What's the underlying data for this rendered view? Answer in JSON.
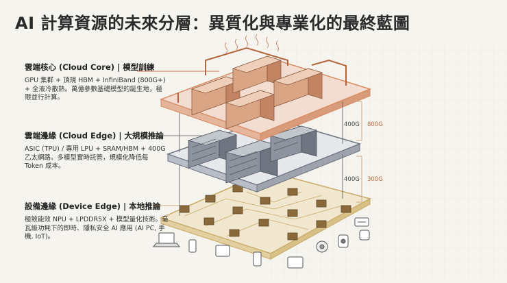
{
  "title": "AI 計算資源的未來分層：異質化與專業化的最終藍圖",
  "tiers": [
    {
      "heading": "雲端核心 (Cloud Core) | 模型訓練",
      "body": "GPU 集群 + 頂規 HBM + InfiniBand (800G+) + 全液冷散熱。萬億參數基礎模型的誕生地，極限並行計算。"
    },
    {
      "heading": "雲端邊緣 (Cloud Edge) | 大規模推論",
      "body": "ASIC (TPU) / 專用 LPU + SRAM/HBM + 400G 乙太網路。多模型實時託管，規模化降低每 Token 成本。"
    },
    {
      "heading": "設備邊緣 (Device Edge) | 本地推論",
      "body": "極致能效 NPU + LPDDR5X + 模型量化技術。毫瓦級功耗下的即時、隱私安全 AI 應用 (AI PC, 手機, IoT)。"
    }
  ],
  "bandwidth": {
    "core_edge_inner": "400G",
    "core_edge_outer": "800G",
    "edge_device_inner": "400G",
    "edge_device_outer": "300G"
  },
  "colors": {
    "core": "#d88a63",
    "edge": "#8c95a3",
    "device": "#c9a864",
    "accent_line": "#c8774e"
  }
}
